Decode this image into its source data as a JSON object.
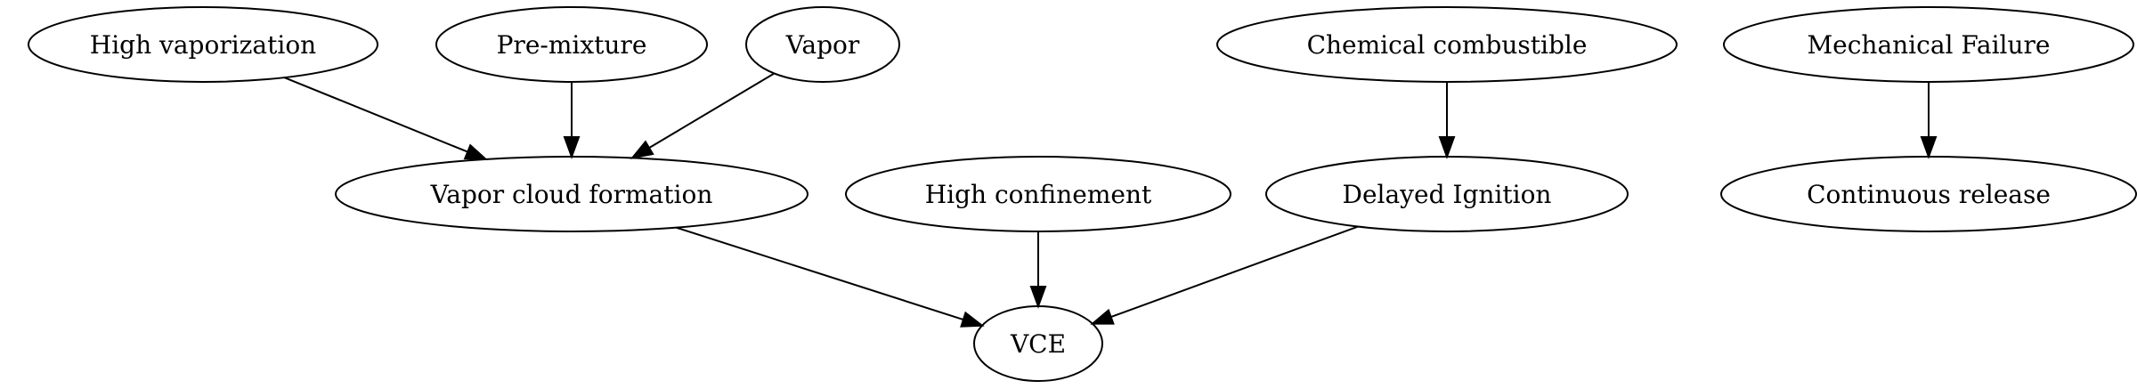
{
  "diagram": {
    "nodes": [
      {
        "id": "high_vaporization",
        "label": "High vaporization"
      },
      {
        "id": "pre_mixture",
        "label": "Pre-mixture"
      },
      {
        "id": "vapor",
        "label": "Vapor"
      },
      {
        "id": "chemical_combustible",
        "label": "Chemical combustible"
      },
      {
        "id": "mechanical_failure",
        "label": "Mechanical Failure"
      },
      {
        "id": "vapor_cloud_formation",
        "label": "Vapor cloud formation"
      },
      {
        "id": "high_confinement",
        "label": "High confinement"
      },
      {
        "id": "delayed_ignition",
        "label": "Delayed Ignition"
      },
      {
        "id": "continuous_release",
        "label": "Continuous release"
      },
      {
        "id": "vce",
        "label": "VCE"
      }
    ],
    "edges": [
      {
        "from": "high_vaporization",
        "to": "vapor_cloud_formation"
      },
      {
        "from": "pre_mixture",
        "to": "vapor_cloud_formation"
      },
      {
        "from": "vapor",
        "to": "vapor_cloud_formation"
      },
      {
        "from": "chemical_combustible",
        "to": "delayed_ignition"
      },
      {
        "from": "mechanical_failure",
        "to": "continuous_release"
      },
      {
        "from": "vapor_cloud_formation",
        "to": "vce"
      },
      {
        "from": "high_confinement",
        "to": "vce"
      },
      {
        "from": "delayed_ignition",
        "to": "vce"
      }
    ]
  }
}
